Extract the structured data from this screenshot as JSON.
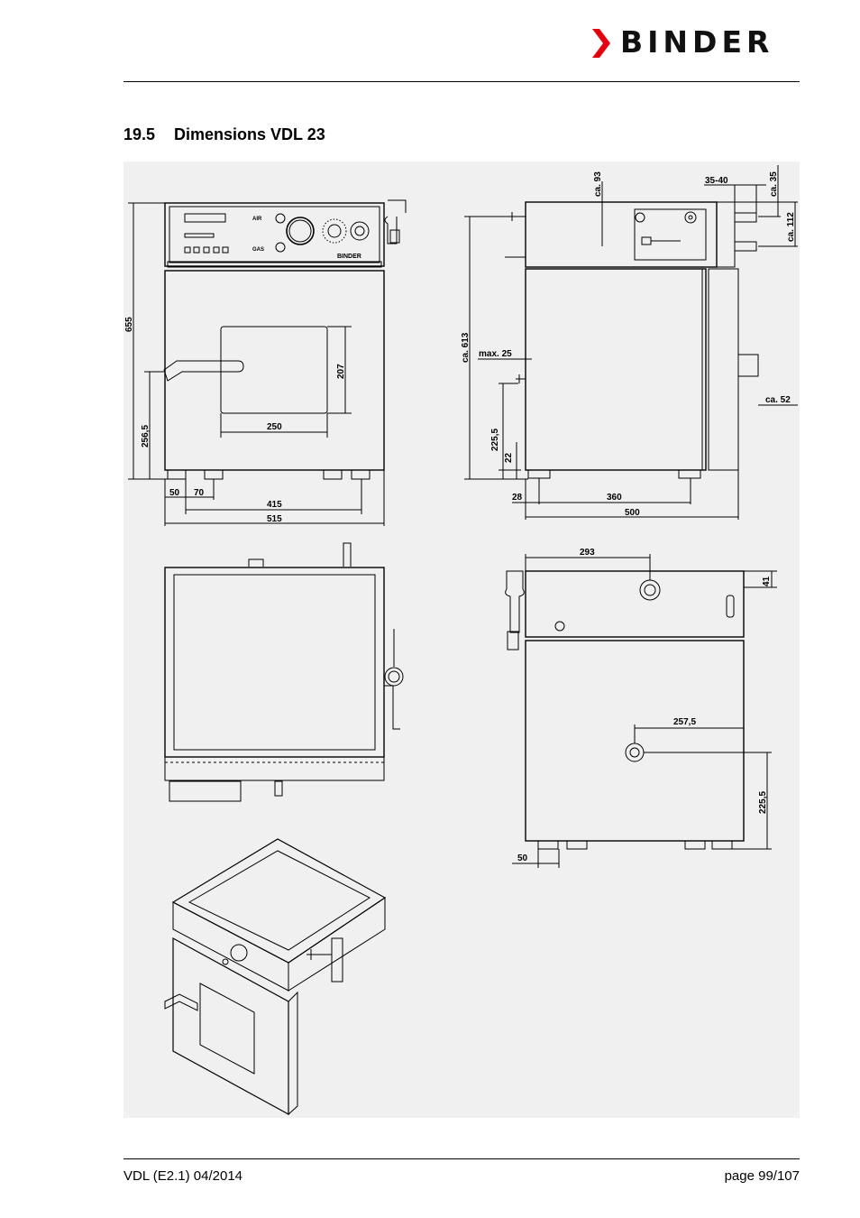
{
  "header": {
    "brand": "BINDER"
  },
  "section": {
    "number": "19.5",
    "title": "Dimensions VDL 23"
  },
  "drawing": {
    "front_panel_labels": {
      "air": "AIR",
      "gas": "GAS",
      "brand": "BINDER"
    },
    "front_view": {
      "height_total": "655",
      "height_door": "256,5",
      "window_height": "207",
      "window_width": "250",
      "offset_50": "50",
      "offset_70": "70",
      "width_415": "415",
      "width_515": "515"
    },
    "side_view": {
      "ca93": "ca. 93",
      "d35_40": "35-40",
      "ca35": "ca. 35",
      "ca112": "ca. 112",
      "ca613": "ca. 613",
      "max25": "max. 25",
      "ca52": "ca. 52",
      "h225": "225,5",
      "h22": "22",
      "d28": "28",
      "d360": "360",
      "d500": "500"
    },
    "rear_view": {
      "d293": "293",
      "d41": "41",
      "d257": "257,5",
      "h225": "225,5",
      "d50": "50"
    }
  },
  "footer": {
    "left": "VDL (E2.1) 04/2014",
    "right": "page 99/107"
  }
}
